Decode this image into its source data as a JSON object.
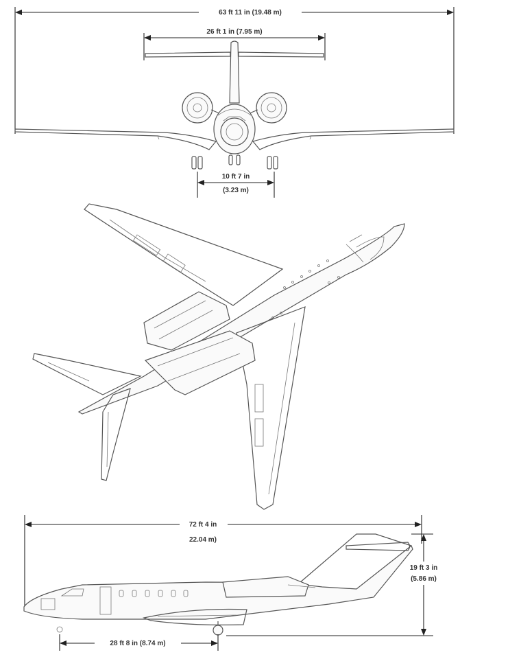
{
  "dimensions": {
    "wingspan": "63 ft 11 in (19.48 m)",
    "tail_span": "26 ft 1 in (7.95 m)",
    "track_ft": "10 ft 7 in",
    "track_m": "(3.23 m)",
    "length_ft": "72 ft 4 in",
    "length_m": "22.04 m)",
    "height_ft": "19 ft 3 in",
    "height_m": "(5.86 m)",
    "wheelbase": "28 ft 8 in (8.74 m)"
  }
}
